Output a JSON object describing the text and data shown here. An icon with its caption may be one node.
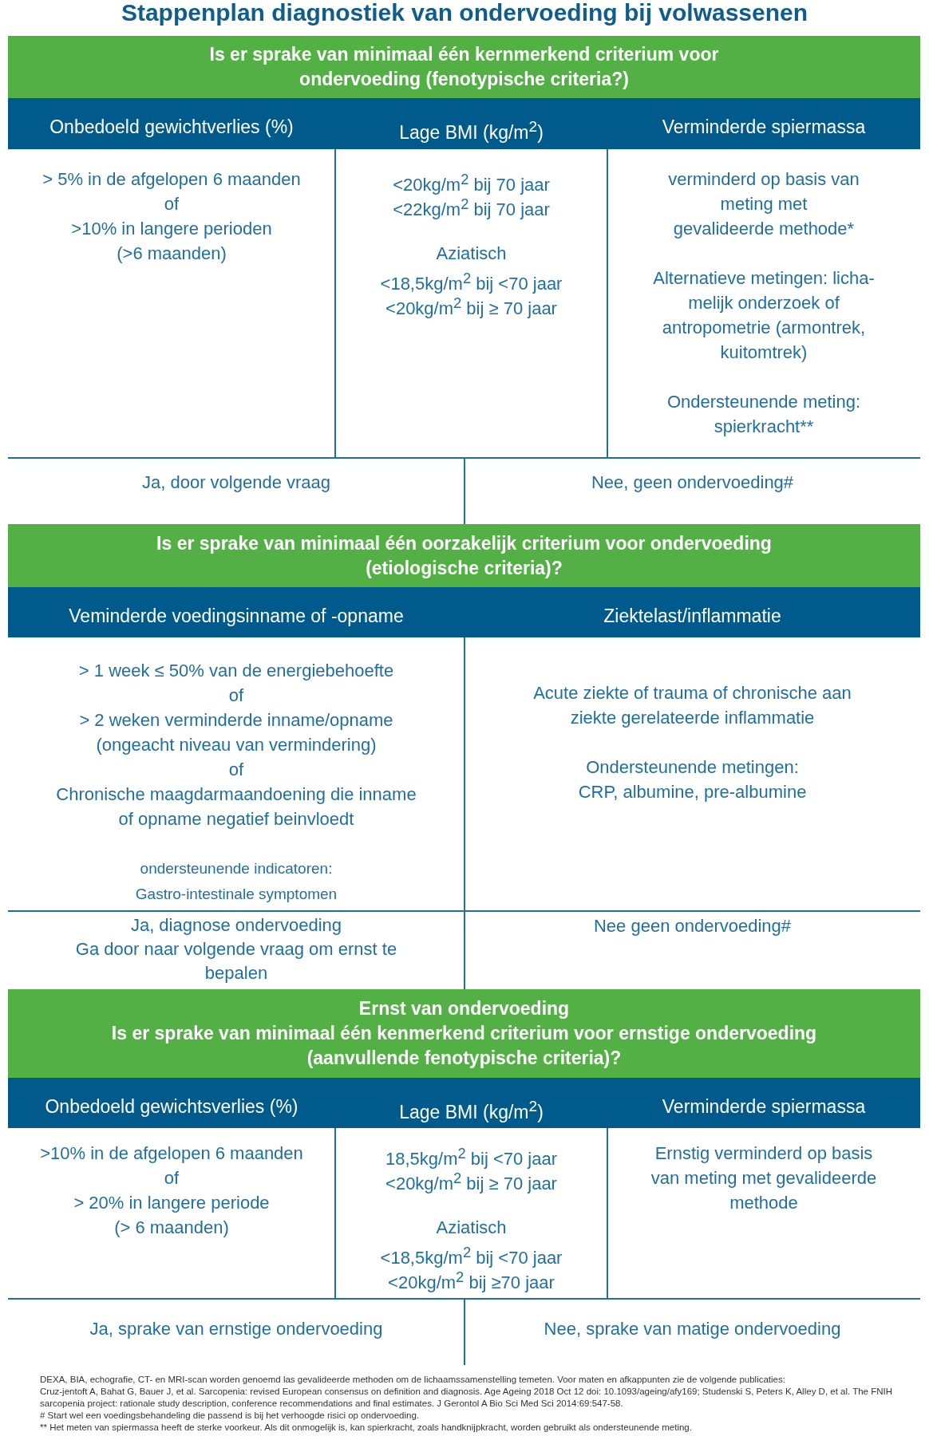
{
  "diagram": {
    "title": "Stappenplan diagnostiek van ondervoeding bij volwassenen",
    "nodes": [
      {
        "text": [
          "Is er sprake van minimaal één kernmerkend criterium voor ondervoeding (fenotypische criteria?)"
        ]
      },
      {
        "text": [
          "Onbedoeld gewichtverlies (%)",
          "Lage BMI (kg/m$^{2}$)",
          "Verminderde spiermassa"
        ]
      },
      {
        "text": [
          "Is er sprake van minimaal één oorzakelijk criterium voor ondervoeding (etiologische criteria)?"
        ]
      },
      {
        "text": [
          "Veminderde voedingsinname of -opname",
          "Ziektelast/inflammatie"
        ]
      },
      {
        "text": [
          "Ernst van ondervoeding",
          "Is er sprake van minimaal één kenmerkend criterium voor ernstige ondervoeding (aanvullende fenotypische criteria)?"
        ]
      },
      {
        "text": [
          "Onbedoeld gewichtsverlies (%)",
          "Lage BMI (kg/m$^{2}$)",
          "Verminderde spiermassa"
        ]
      }
    ],
    "labels": [
      "> 5% in de afgelopen 6 maanden",
      "of",
      ">10%   in langere perioden",
      "(>6 maanden)",
      "<20kg/m$^{2}$ bij 70 jaar",
      "<22kg/m$^{2}$ bij  70 jaar",
      "Aziatisch",
      "<18,5kg/m$^{2}$ bij <70 jaar",
      "<20kg/m$^{2}$  bij ≥ 70 jaar",
      "verminderd op basis van",
      "meting met",
      "gevalideerde methode*",
      "Alternatieve metingen: licha-",
      "melijk onderzoek of",
      "antropometrie (armontrek,",
      "kuitomtrek)",
      "Ondersteunende meting:",
      "spierkracht**",
      "Ja, door volgende vraag",
      "Nee, geen ondervoeding#",
      "> 1 week  ≤ 50% van de energiebehoefte",
      "of",
      "> 2 weken verminderde inname/opname",
      "(ongeacht niveau van vermindering)",
      "of",
      "Chronische maagdarmaandoening die inname",
      "of opname negatief beinvloedt",
      "ondersteunende indicatoren:",
      "Gastro-intestinale symptomen",
      "Acute ziekte of trauma of chronische aan",
      "ziekte gerelateerde inflammatie",
      "Ondersteunende metingen:",
      "CRP, albumine, pre-albumine",
      "Ja, diagnose ondervoeding",
      "Ga door naar volgende vraag om ernst te",
      "bepalen",
      "Nee geen ondervoeding#",
      ">10% in de afgelopen 6 maanden",
      "of",
      "> 20% in langere periode",
      "(> 6 maanden)",
      "18,5kg/m$^{2}$ bij <70 jaar",
      "<20kg/m$^{2}$ bij ≥ 70 jaar",
      "Aziatisch",
      "<18,5kg/m$^{2}$ bij <70 jaar",
      "<20kg/m$^{2}$ bij ≥70 jaar",
      "Ernstig verminderd op basis",
      "van meting met gevalideerde",
      "methode",
      "Ja, sprake van ernstige ondervoeding",
      "Nee, sprake van matige ondervoeding",
      "DEXA, BIA, echografie, CT- en MRI-scan worden genoemd las gevalideerde methoden om de lichaamssamenstelling temeten. Voor maten en afkappunten zie de volgende publicaties:",
      "Cruz-jentoft A, Bahat G, Bauer J, et al. Sarcopenia: revised European consensus on definition and diagnosis. Age Ageing 2018 Oct 12 doi: 10.1093/ageing/afy169; Studenski S, Peters K, Alley D, et al. The FNIH sarcopenia project: rationale study description, conference recommendations and final estimates. J Gerontol A Bio Sci Med Sci 2014:69:547-58.",
      "# Start wel een voedingsbehandeling die passend is bij het verhoogde risici op ondervoeding.",
      "** Het meten van spiermassa heeft de sterke voorkeur. Als dit onmogelijk is, kan spierkracht, zoals handknijpkracht, worden gebruikt als ondersteunende meting."
    ]
  }
}
